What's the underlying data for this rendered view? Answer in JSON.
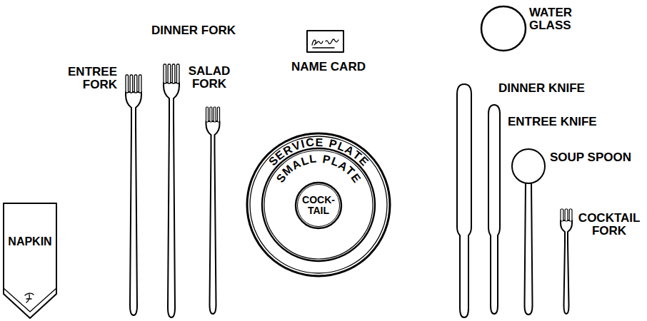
{
  "diagram": {
    "nodes": [
      {
        "text": [
          "NAPKIN"
        ]
      },
      {
        "text": [
          "SERVICE PLATE"
        ]
      },
      {
        "text": [
          "SMALL PLATE"
        ],
        "in": 1
      },
      {
        "text": [
          "COCK- TAIL"
        ],
        "in": 2
      }
    ],
    "labels": [
      "WATER GLASS",
      "DINNER FORK",
      "NAME CARD",
      "ENTREE FORK",
      "SALAD FORK",
      "DINNER KNIFE",
      "ENTREE KNIFE",
      "SOUP SPOON",
      "COCKTAIL FORK"
    ]
  }
}
